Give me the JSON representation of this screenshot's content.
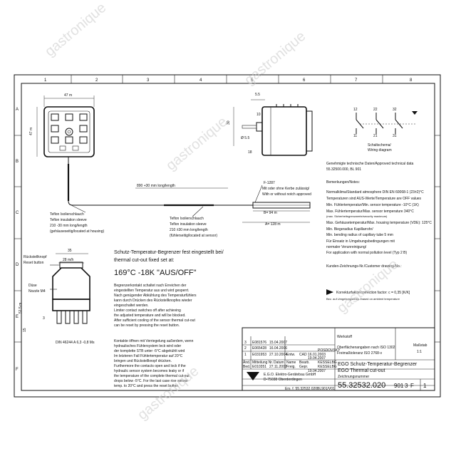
{
  "grid": {
    "top_numbers": [
      "1",
      "2",
      "3",
      "4",
      "5",
      "6",
      "7",
      "8"
    ],
    "side_letters": [
      "A",
      "B",
      "C",
      "D",
      "E",
      "F"
    ]
  },
  "watermark": "gastronique",
  "dims": {
    "front_width": "47 m",
    "front_height": "47 m",
    "top_55": "5.5",
    "side_w": "10",
    "side_diam": "Ø 5.5",
    "side_30": "30",
    "side_18": "18",
    "capillary_length": "890 +30 mm long/length",
    "f_1287": "F-1287",
    "mit_ohne_1": "Mit oder ohne Kerbe zulässig/",
    "mit_ohne_2": "With or without notch approved",
    "b94": "B= 94 m",
    "a128": "A= 128 m",
    "rb_width": "35",
    "rb_28": "28 m/h",
    "rb_height": "51.5 m",
    "rb_side": "15",
    "rb_nozzle_dim": "3"
  },
  "labels": {
    "teflon_left_1": "Teflon Isolierschlauch",
    "teflon_left_2": "Teflon insulation sleeve",
    "teflon_left_3": "210 -30 mm long/length",
    "teflon_left_4": "(gehäuseseitig/located at housing)",
    "teflon_right_1": "Teflon Isolierschlauch",
    "teflon_right_2": "Teflon insulation sleeve",
    "teflon_right_3": "210 ±30 mm long/length",
    "teflon_right_4": "(fühlerseitig/located at sensor)",
    "reset_1": "Rückstellknopf",
    "reset_2": "Reset button",
    "nozzle_1": "Düse",
    "nozzle_2": "Nozzle M4",
    "din_thread": "DIN 46244 A 6,3 -0,8 Ms",
    "wiring_1": "Schaltschema/",
    "wiring_2": "Wiring diagram",
    "terminal_11": "11",
    "terminal_12": "12",
    "terminal_21": "21",
    "terminal_22": "22",
    "terminal_31": "31",
    "terminal_32": "32"
  },
  "fixed_set": {
    "title_1": "Schutz-Temperatur-Begrenzer fest eingestellt bei/",
    "title_2": "thermal cut-out fixed set at:",
    "value": "169°C -18K \"AUS/OFF\"",
    "german_lines": [
      "Begrenzerkontakt schaltet nach Erreichen der",
      "eingestellten Temperatur aus und wird gesperrt.",
      "Nach genügender Abkühlung des Temperaturfühlers",
      "kann durch Drücken des Rückstellknopfes wieder",
      "eingeschaltet werden.",
      "Limiter contact switches off after achieving",
      "the adjusted temperature and will be blocked.",
      "After sufficient cooling of the sensor thermal cut-out",
      "can be reset by pressing the reset button."
    ],
    "leak_lines": [
      "Kontakte öffnen mit Verriegelung außerdem, wenn",
      "hydraulisches Fühlersystem leck wird oder",
      "der komplette STB unter -5°C abgekühlt wird",
      "Im letzteren Fall Fühlertemperatur auf 20°C",
      "bringen und Rückstellknopf drücken.",
      "Furthermore the contacts open and lock if the",
      "hydraulic sensor system becomes leaky or if",
      "the temperature of the complete thermal cut-out",
      "drops below -5°C. For the last case rise sensor",
      "temp. to 20°C and press the reset button."
    ]
  },
  "technical": {
    "approved_1": "Genehmigte technische Daten/Approved technical data",
    "approved_2": "55.32500.000, BL 901",
    "remarks_title": "Bemerkungen/Notes:",
    "lines": [
      "Normalklima/Standard atmosphere DIN EN 60068-1 (23±2)°C",
      "Temperaturen sind AUS-Werte/Temperature are OFF values",
      "Min. Fühlertemperatur/Min. sensor temperature -10°C (1K)",
      "Max. Fühlertemperatur/Max. sensor temperature 340°C",
      "(max. Sicherheitsgrenzwerte/security maximum)",
      "Max. Gehäusetemperatur/Max. housing temperature (VDE): 125°C",
      "Min. Biegeradius Kapillarrohr/",
      "Min. bending radius of capillary tube 5 mm",
      "Für Einsatz in Umgebungsbedingungen mit",
      "normaler Verunreinigung/",
      "For application with normal pollution level (Typ 2 B)"
    ],
    "customer": "Kunden-Zeichnungs-Nr./Customer drawing-No.:",
    "correction_1": "Korrekturfaktor/correction factor: c = 0,35 [K/K]",
    "correction_2": "Bez. auf Umgebungstemp./based on ambient temperature"
  },
  "title_block": {
    "company_1": "E.G.O. Elektro-Gerätebau GmbH",
    "company_2": "D-75038 Oberderdingen",
    "description_1": "EGO Schutz-Temperatur-Begrenzer",
    "description_2": "EGO Thermal cut-out",
    "drawing_no_label": "Zeichnungsnummer",
    "drawing_no": "55.32532.020",
    "sheet_code": "901",
    "format": "3",
    "letter": "F",
    "page": "1",
    "scale_label": "Maßstab",
    "scale": "1:1",
    "tolerance_1": "Oberflächenangaben nach ISO 1302",
    "tolerance_2": "Freimaßtoleranz ISO 2768-v",
    "material_label": "Werkstoff",
    "bottom_ref": "Ers. f. 55.32532.020BL901/V01",
    "rows": [
      {
        "index": "3",
        "ecn": "E081576",
        "date": "15.04.2007",
        "name": ""
      },
      {
        "index": "2",
        "ecn": "E065428",
        "date": "16.04.2006",
        "name": ""
      },
      {
        "index": "1",
        "ecn": "E031953",
        "date": "27.10.2004",
        "name": "Entw."
      },
      {
        "index": "Änd.",
        "ecn": "Mitteilung Nr.",
        "date": "Datum",
        "name": "Name"
      },
      {
        "index": "Bed.",
        "ecn": "E010351",
        "date": "27.11.2002",
        "name": "Freig."
      }
    ],
    "persons": [
      {
        "role": "CAD",
        "date": "16.01.2003",
        "name": "POSDOVSKY"
      },
      {
        "role": "Bearb.",
        "date": "19.04.2007",
        "name": "KESSELBG"
      },
      {
        "role": "Gepr.",
        "date": "19.04.2007",
        "name": "KESSELBG"
      }
    ]
  }
}
